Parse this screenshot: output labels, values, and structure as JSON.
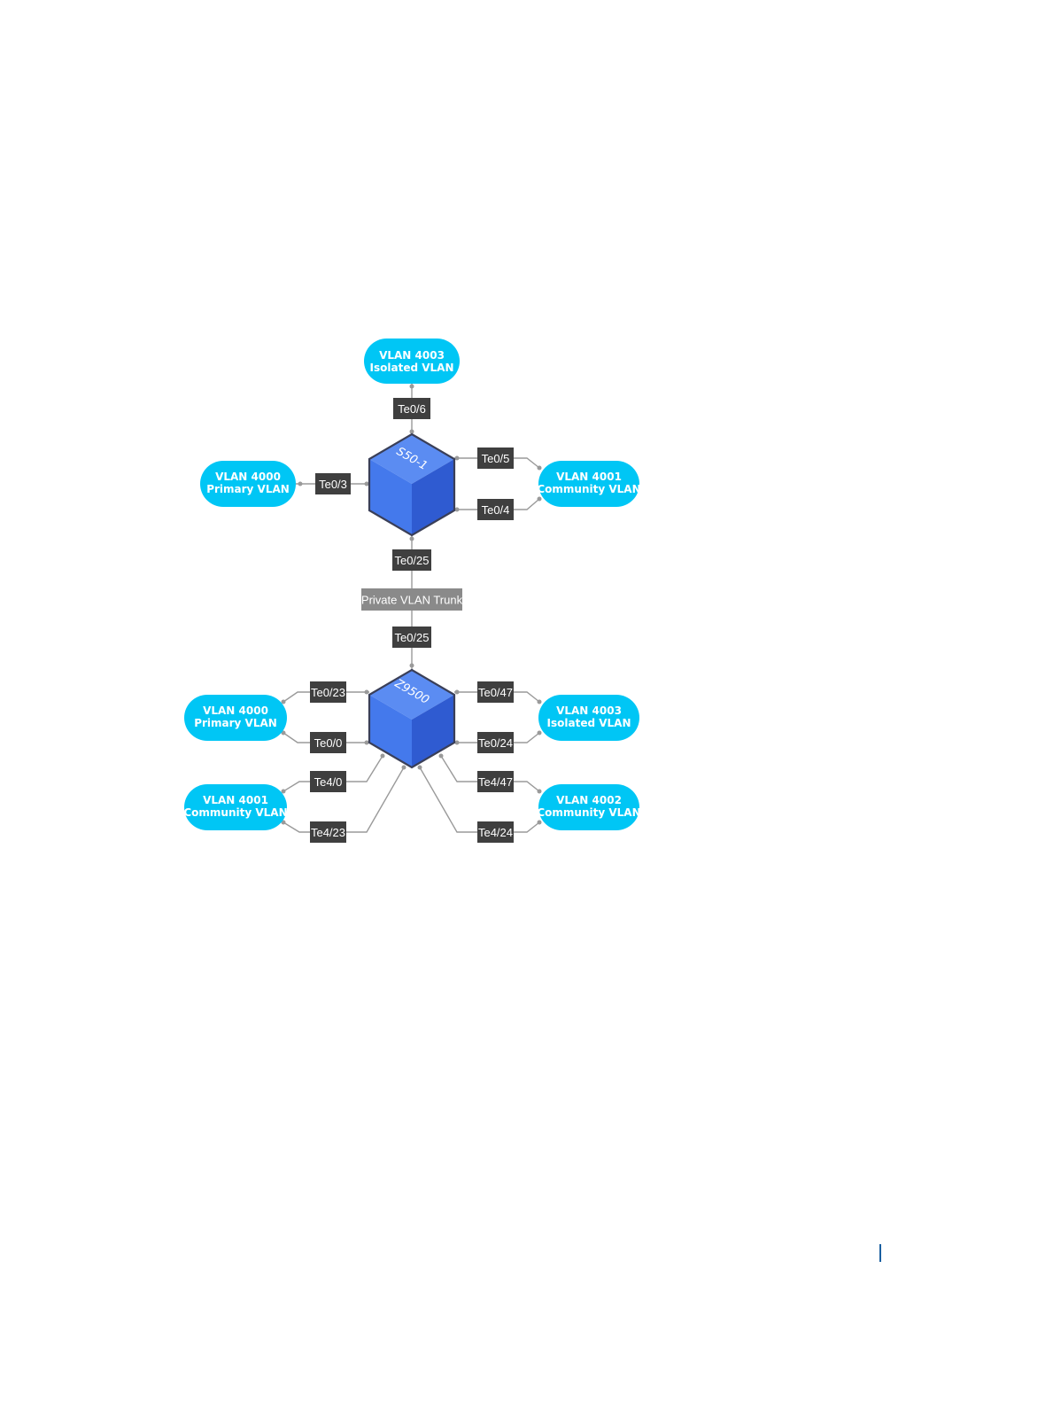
{
  "switches": {
    "s50": {
      "label": "S50-1"
    },
    "z9500": {
      "label": "Z9500"
    }
  },
  "vlans": {
    "top_isolated": {
      "line1": "VLAN 4003",
      "line2": "Isolated VLAN"
    },
    "top_primary": {
      "line1": "VLAN 4000",
      "line2": "Primary VLAN"
    },
    "top_community": {
      "line1": "VLAN 4001",
      "line2": "Community VLAN"
    },
    "bottom_primary": {
      "line1": "VLAN 4000",
      "line2": "Primary VLAN"
    },
    "bottom_isolated": {
      "line1": "VLAN 4003",
      "line2": "Isolated VLAN"
    },
    "bottom_community_4001": {
      "line1": "VLAN 4001",
      "line2": "Community VLAN"
    },
    "bottom_community_4002": {
      "line1": "VLAN 4002",
      "line2": "Community VLAN"
    }
  },
  "ports": {
    "te0_6": "Te0/6",
    "te0_3": "Te0/3",
    "te0_5": "Te0/5",
    "te0_4": "Te0/4",
    "te0_25_top": "Te0/25",
    "te0_25_bottom": "Te0/25",
    "te0_23": "Te0/23",
    "te0_0": "Te0/0",
    "te4_0": "Te4/0",
    "te4_23": "Te4/23",
    "te0_47": "Te0/47",
    "te0_24": "Te0/24",
    "te4_47": "Te4/47",
    "te4_24": "Te4/24"
  },
  "trunk": {
    "label": "Private VLAN Trunk"
  },
  "colors": {
    "vlan_fill": "#00c6f5",
    "port_fill": "#3f3f3f",
    "trunk_fill": "#8a8a8a",
    "cube_top": "#5b8cf2",
    "cube_left": "#4479ec",
    "cube_right": "#2f5bd1",
    "page_marker": "#1a5fa0"
  }
}
